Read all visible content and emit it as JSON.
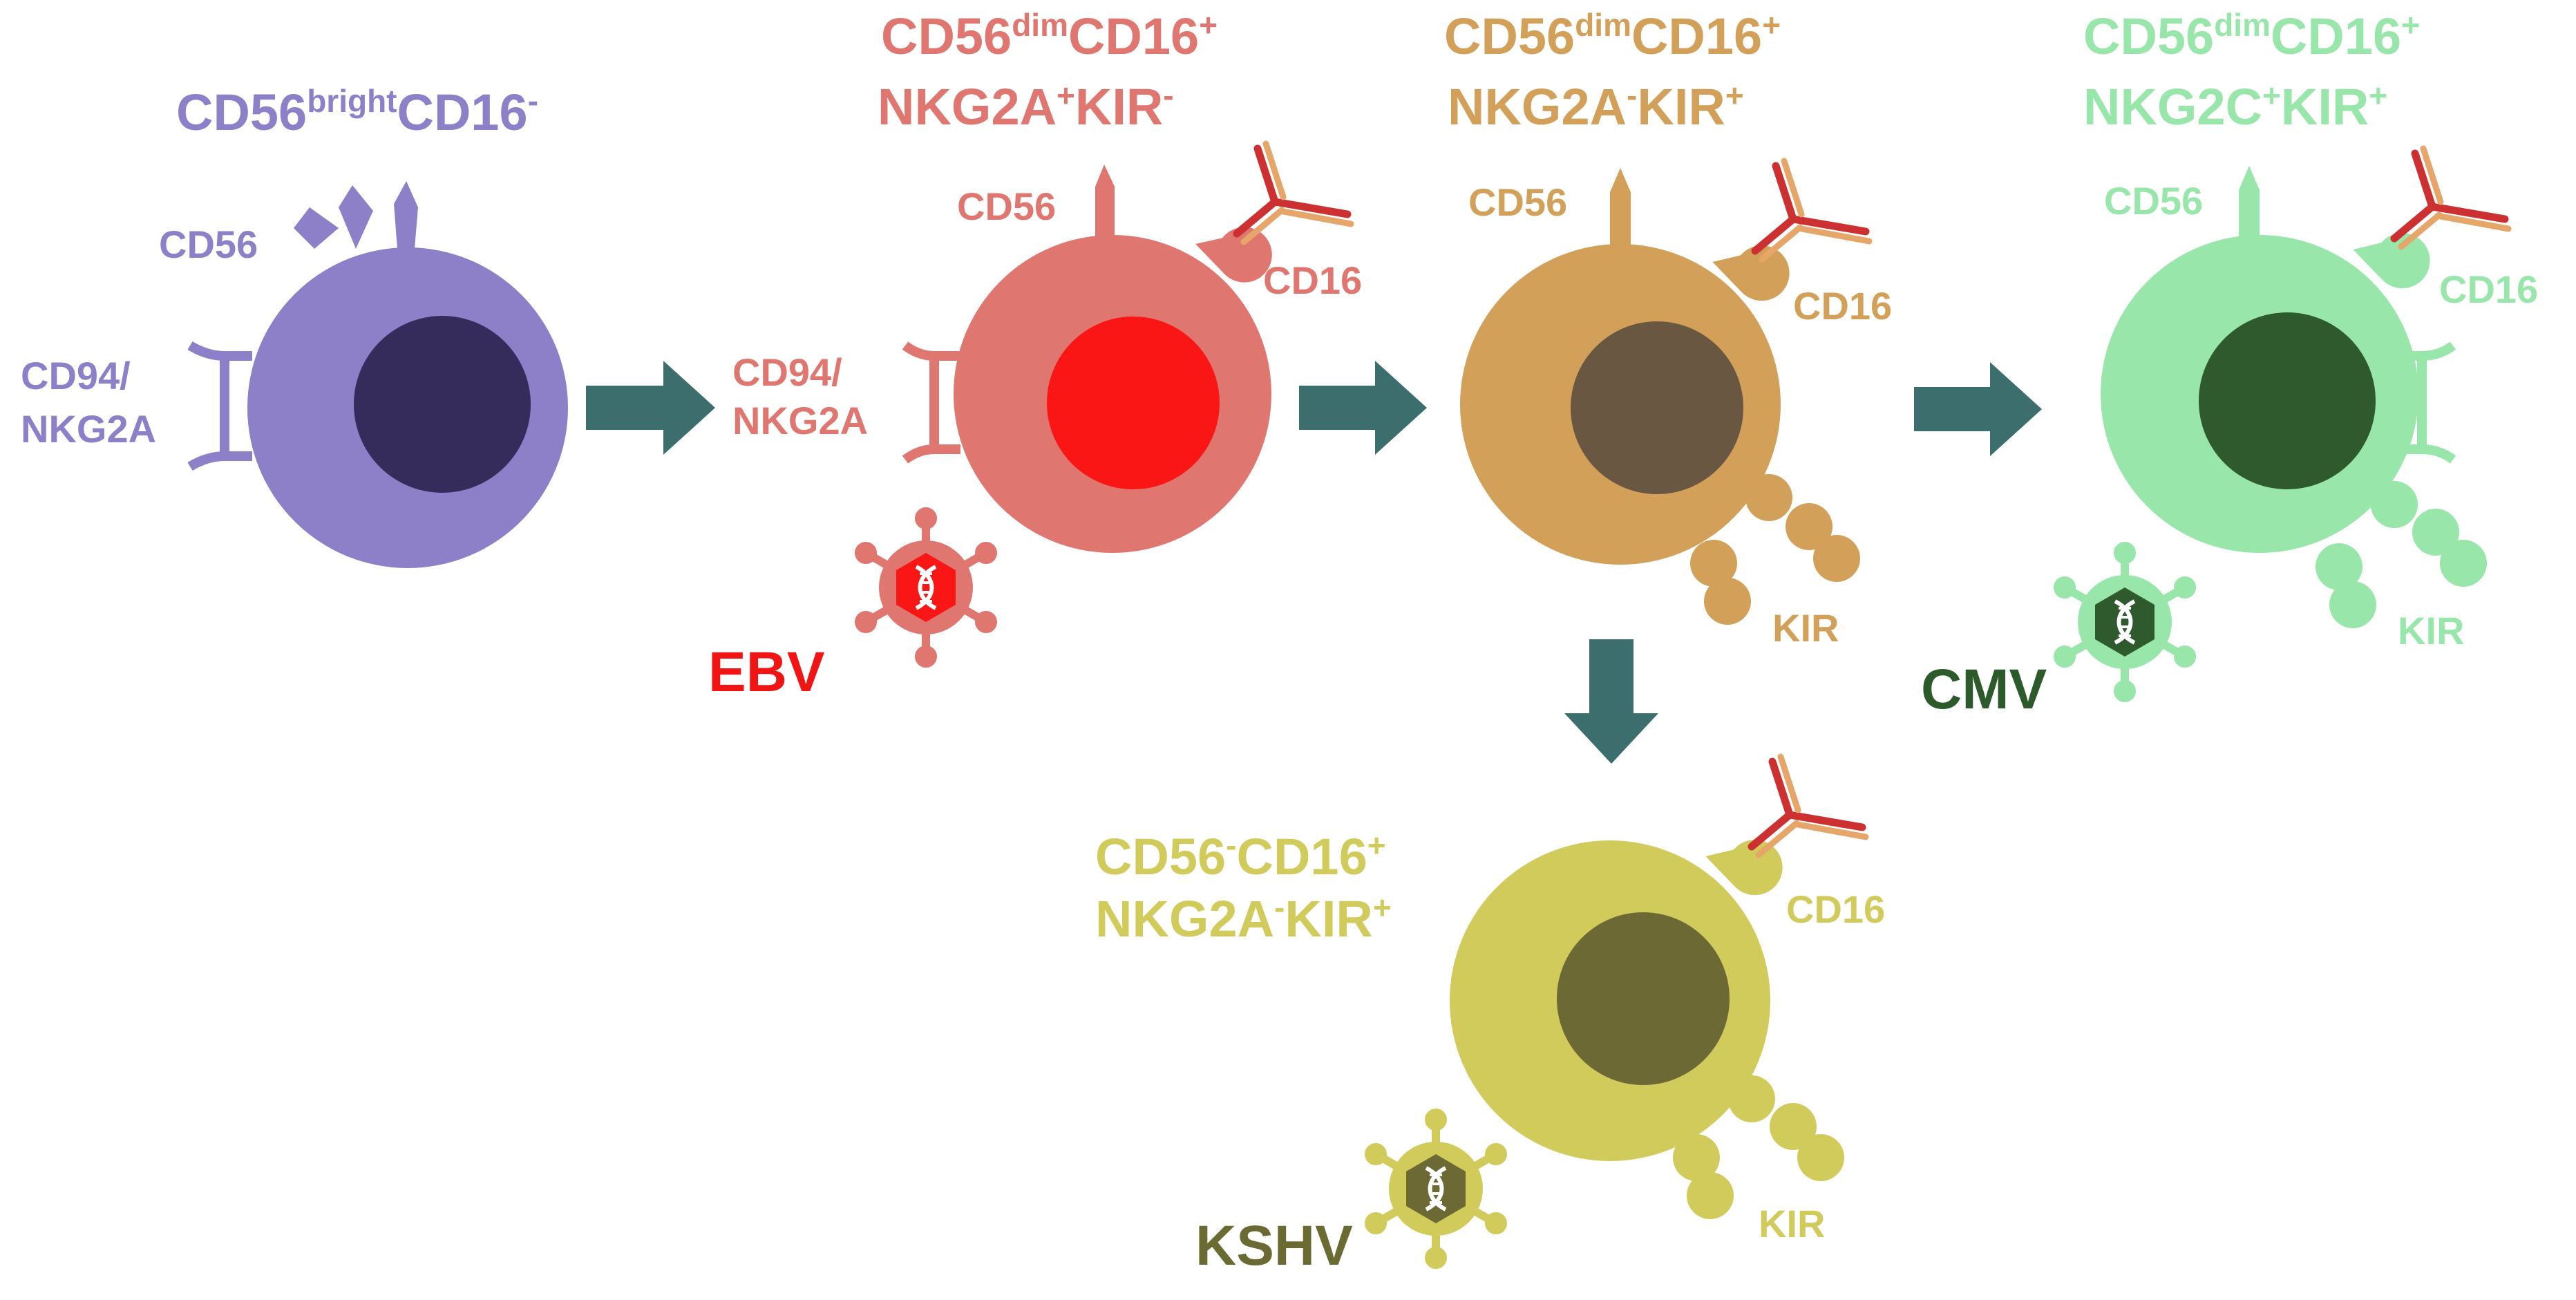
{
  "colors": {
    "purple": "#8d80c9",
    "purple_nucleus": "#352c5b",
    "red": "#e07670",
    "red_nucleus": "#fb1616",
    "ebv_label": "#f01414",
    "orange": "#d3a05a",
    "orange_nucleus": "#6a5742",
    "green": "#98e6aa",
    "green_nucleus": "#2e5a2d",
    "cmv_label": "#2d5a2b",
    "yellow": "#d1cb5c",
    "yellow_nucleus": "#6c6935",
    "kshv_label": "#6b6a33",
    "arrow": "#3b6e6d",
    "antibody_dark": "#cc3030",
    "antibody_light": "#e6a66a"
  },
  "cells": {
    "bright": {
      "title": {
        "main1": "CD56",
        "sup1": "bright",
        "main2": "CD16",
        "sup2": "-"
      },
      "labels": {
        "cd56": "CD56",
        "cd94": "CD94/",
        "nkg2a": "NKG2A"
      }
    },
    "nkg2a": {
      "title1": {
        "main1": "CD56",
        "sup1": "dim",
        "main2": "CD16",
        "sup2": "+"
      },
      "title2": {
        "main1": "NKG2A",
        "sup1": "+",
        "main2": "KIR",
        "sup2": "-"
      },
      "labels": {
        "cd56": "CD56",
        "cd16": "CD16",
        "cd94": "CD94/",
        "nkg2a": "NKG2A",
        "virus": "EBV"
      }
    },
    "kir": {
      "title1": {
        "main1": "CD56",
        "sup1": "dim",
        "main2": "CD16",
        "sup2": "+"
      },
      "title2": {
        "main1": "NKG2A",
        "sup1": "-",
        "main2": "KIR",
        "sup2": "+"
      },
      "labels": {
        "cd56": "CD56",
        "cd16": "CD16",
        "kir": "KIR"
      }
    },
    "nkg2c": {
      "title1": {
        "main1": "CD56",
        "sup1": "dim",
        "main2": "CD16",
        "sup2": "+"
      },
      "title2": {
        "main1": "NKG2C",
        "sup1": "+",
        "main2": "KIR",
        "sup2": "+"
      },
      "labels": {
        "cd56": "CD56",
        "cd16": "CD16",
        "kir": "KIR",
        "virus": "CMV"
      }
    },
    "negative": {
      "title1": {
        "main1": "CD56",
        "sup1": "-",
        "main2": "CD16",
        "sup2": "+"
      },
      "title2": {
        "main1": "NKG2A",
        "sup1": "-",
        "main2": "KIR",
        "sup2": "+"
      },
      "labels": {
        "cd16": "CD16",
        "kir": "KIR",
        "virus": "KSHV"
      }
    }
  }
}
